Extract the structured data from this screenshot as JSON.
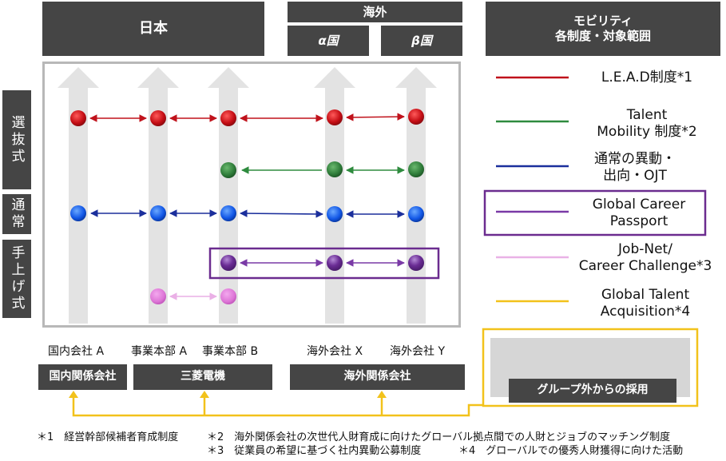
{
  "headers": {
    "japan": "日本",
    "overseas": "海外",
    "alpha_country": "α国",
    "beta_country": "β国",
    "mobility_line1": "モビリティ",
    "mobility_line2": "各制度・対象範囲"
  },
  "side_labels": {
    "selective": "選抜式",
    "normal": "通常",
    "self_applied": "手上げ式"
  },
  "columns": [
    "国内会社 A",
    "事業本部 A",
    "事業本部 B",
    "海外会社 X",
    "海外会社 Y"
  ],
  "groups": {
    "domestic": "国内関係会社",
    "mitsubishi": "三菱電機",
    "overseas_affiliates": "海外関係会社"
  },
  "external_hiring": "グループ外からの採用",
  "legend": [
    {
      "line1": "L.E.A.D制度*1",
      "line2": "",
      "color": "#c0121b"
    },
    {
      "line1": "Talent",
      "line2": "Mobility 制度*2",
      "color": "#2e8b3e"
    },
    {
      "line1": "通常の異動・",
      "line2": "出向・OJT",
      "color": "#1b2f9c"
    },
    {
      "line1": "Global Career",
      "line2": "Passport",
      "color": "#7a3aa6"
    },
    {
      "line1": "Job-Net/",
      "line2": "Career Challenge*3",
      "color": "#e9b2e6"
    },
    {
      "line1": "Global Talent",
      "line2": "Acquisition*4",
      "color": "#f2c21b"
    }
  ],
  "footnotes": {
    "n1": "＊1　経営幹部候補者育成制度",
    "n2": "＊2　海外関係会社の次世代人財育成に向けたグローバル拠点間での人財とジョブのマッチング制度",
    "n3": "＊3　従業員の希望に基づく社内異動公募制度",
    "n4": "＊4　グローバルでの優秀人財獲得に向けた活動"
  }
}
